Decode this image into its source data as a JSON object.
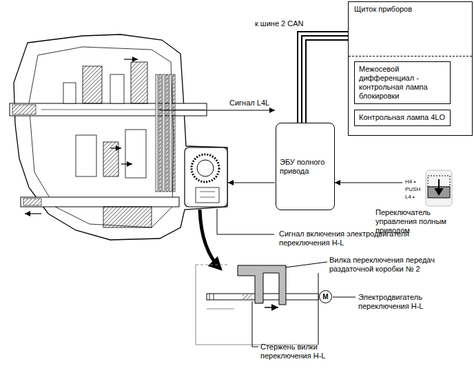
{
  "diagram": {
    "nodes": [
      {
        "text": [
          "Щиток приборов"
        ]
      },
      {
        "text": [
          "Межосевой дифференциал - контрольная лампа блокировки"
        ],
        "in": 0
      },
      {
        "text": [
          "Контрольная лампа 4LO"
        ],
        "in": 0
      },
      {
        "text": [
          "ЭБУ полного привода"
        ]
      },
      {
        "text": [
          "H4 •",
          "PUSH",
          "L4 •"
        ]
      },
      {
        "text": [
          "M"
        ]
      }
    ],
    "edges": [
      {
        "from": 3,
        "to": 0,
        "arrow": "none"
      },
      {
        "from": 4,
        "to": 3,
        "arrow": "to"
      }
    ],
    "labels": [
      "к шине 2 CAN",
      "Сигнал L4L",
      "Переключатель управления полным приводом",
      "Сигнал включения электродвигателя переключения H-L",
      "Вилка переключения передач раздаточной коробки № 2",
      "Электродвигатель переключения H-L",
      "Стержень вилки переключения H-L"
    ]
  }
}
